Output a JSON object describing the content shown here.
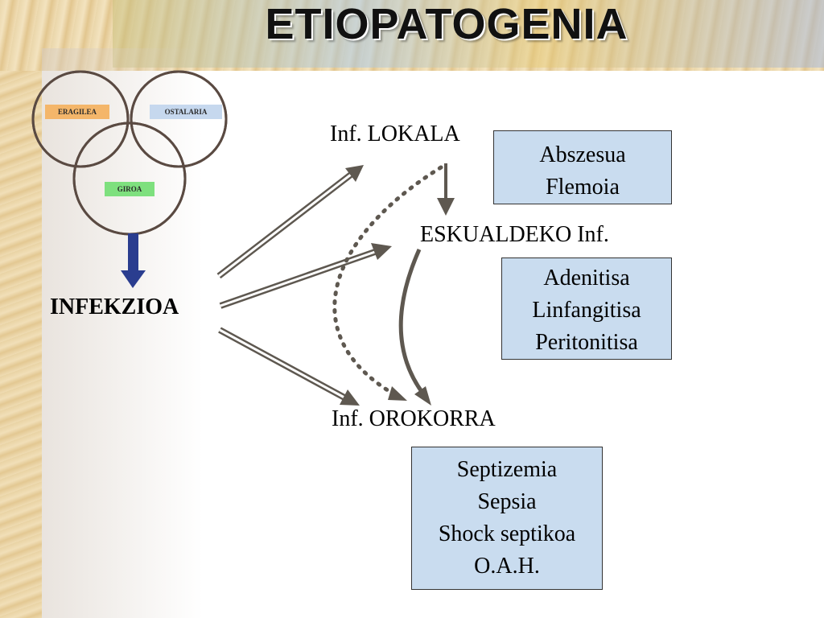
{
  "title": "ETIOPATOGENIA",
  "venn": {
    "agent_label": "ERAGILEA",
    "host_label": "OSTALARIA",
    "environment_label": "GIROA"
  },
  "nodes": {
    "infection": "INFEKZIOA",
    "local": "Inf. LOKALA",
    "regional": "ESKUALDEKO Inf.",
    "general": "Inf. OROKORRA"
  },
  "boxes": {
    "local_examples": [
      "Abszesua",
      "Flemoia"
    ],
    "regional_examples": [
      "Adenitisa",
      "Linfangitisa",
      "Peritonitisa"
    ],
    "general_examples": [
      "Septizemia",
      "Sepsia",
      "Shock septikoa",
      "O.A.H."
    ]
  },
  "colors": {
    "agent": "#f4b66a",
    "host": "#c6d8ee",
    "environment": "#7ee07e",
    "intersection": "#1f6fd0",
    "box_fill": "#c9dcef",
    "arrow": "#5e5850",
    "down_arrow": "#2a3d8f"
  }
}
